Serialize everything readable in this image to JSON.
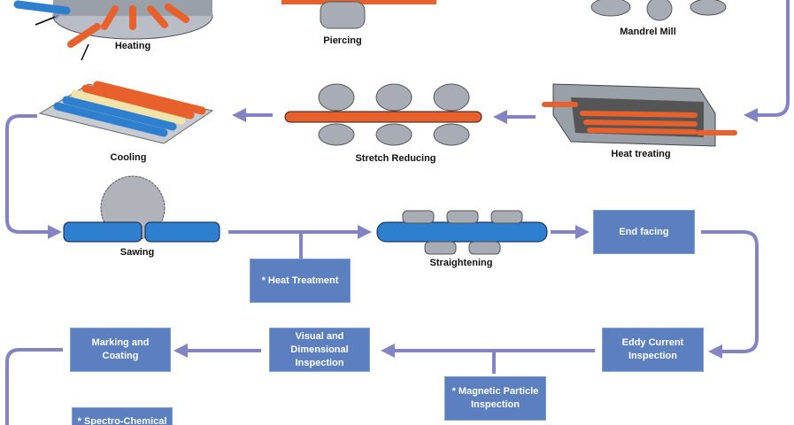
{
  "colors": {
    "box": "#5b7fbf",
    "arrow": "#8484c4",
    "tube_hot": "#e8602c",
    "tube_cold": "#2f7fcf",
    "roller": "#a8adb5"
  },
  "steps": {
    "heating": "Heating",
    "piercing": "Piercing",
    "mandrel_mill": "Mandrel Mill",
    "heat_treating": "Heat treating",
    "stretch_reducing": "Stretch Reducing",
    "cooling": "Cooling",
    "sawing": "Sawing",
    "straightening": "Straightening"
  },
  "boxes": {
    "heat_treatment": "* Heat Treatment",
    "end_facing": "End facing",
    "eddy_current": "Eddy Current Inspection",
    "magnetic_particle": "* Magnetic Particle Inspection",
    "visual_dimensional": "Visual and Dimensional Inspection",
    "marking_coating": "Marking and Coating",
    "spectro_chemical": "* Spectro-Chemical"
  }
}
